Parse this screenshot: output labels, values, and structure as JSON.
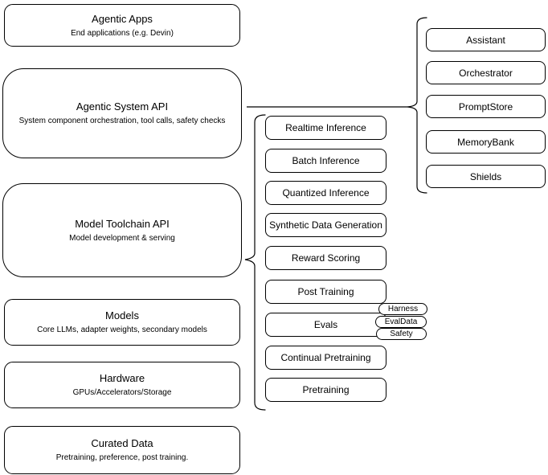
{
  "diagram": {
    "left_column": {
      "boxes": [
        {
          "title": "Agentic Apps",
          "subtitle": "End applications (e.g. Devin)"
        },
        {
          "title": "Agentic System API",
          "subtitle": "System component orchestration, tool calls, safety checks"
        },
        {
          "title": "Model Toolchain API",
          "subtitle": "Model development & serving"
        },
        {
          "title": "Models",
          "subtitle": "Core LLMs, adapter weights, secondary models"
        },
        {
          "title": "Hardware",
          "subtitle": "GPUs/Accelerators/Storage"
        },
        {
          "title": "Curated Data",
          "subtitle": "Pretraining, preference, post training."
        }
      ]
    },
    "toolchain_components": {
      "items": [
        "Realtime Inference",
        "Batch Inference",
        "Quantized Inference",
        "Synthetic Data Generation",
        "Reward Scoring",
        "Post Training",
        "Evals",
        "Continual Pretraining",
        "Pretraining"
      ],
      "eval_tags": [
        "Harness",
        "EvalData",
        "Safety"
      ]
    },
    "system_components": {
      "items": [
        "Assistant",
        "Orchestrator",
        "PromptStore",
        "MemoryBank",
        "Shields"
      ]
    },
    "colors": {
      "stroke": "#000000",
      "background": "#ffffff",
      "text": "#000000"
    }
  }
}
